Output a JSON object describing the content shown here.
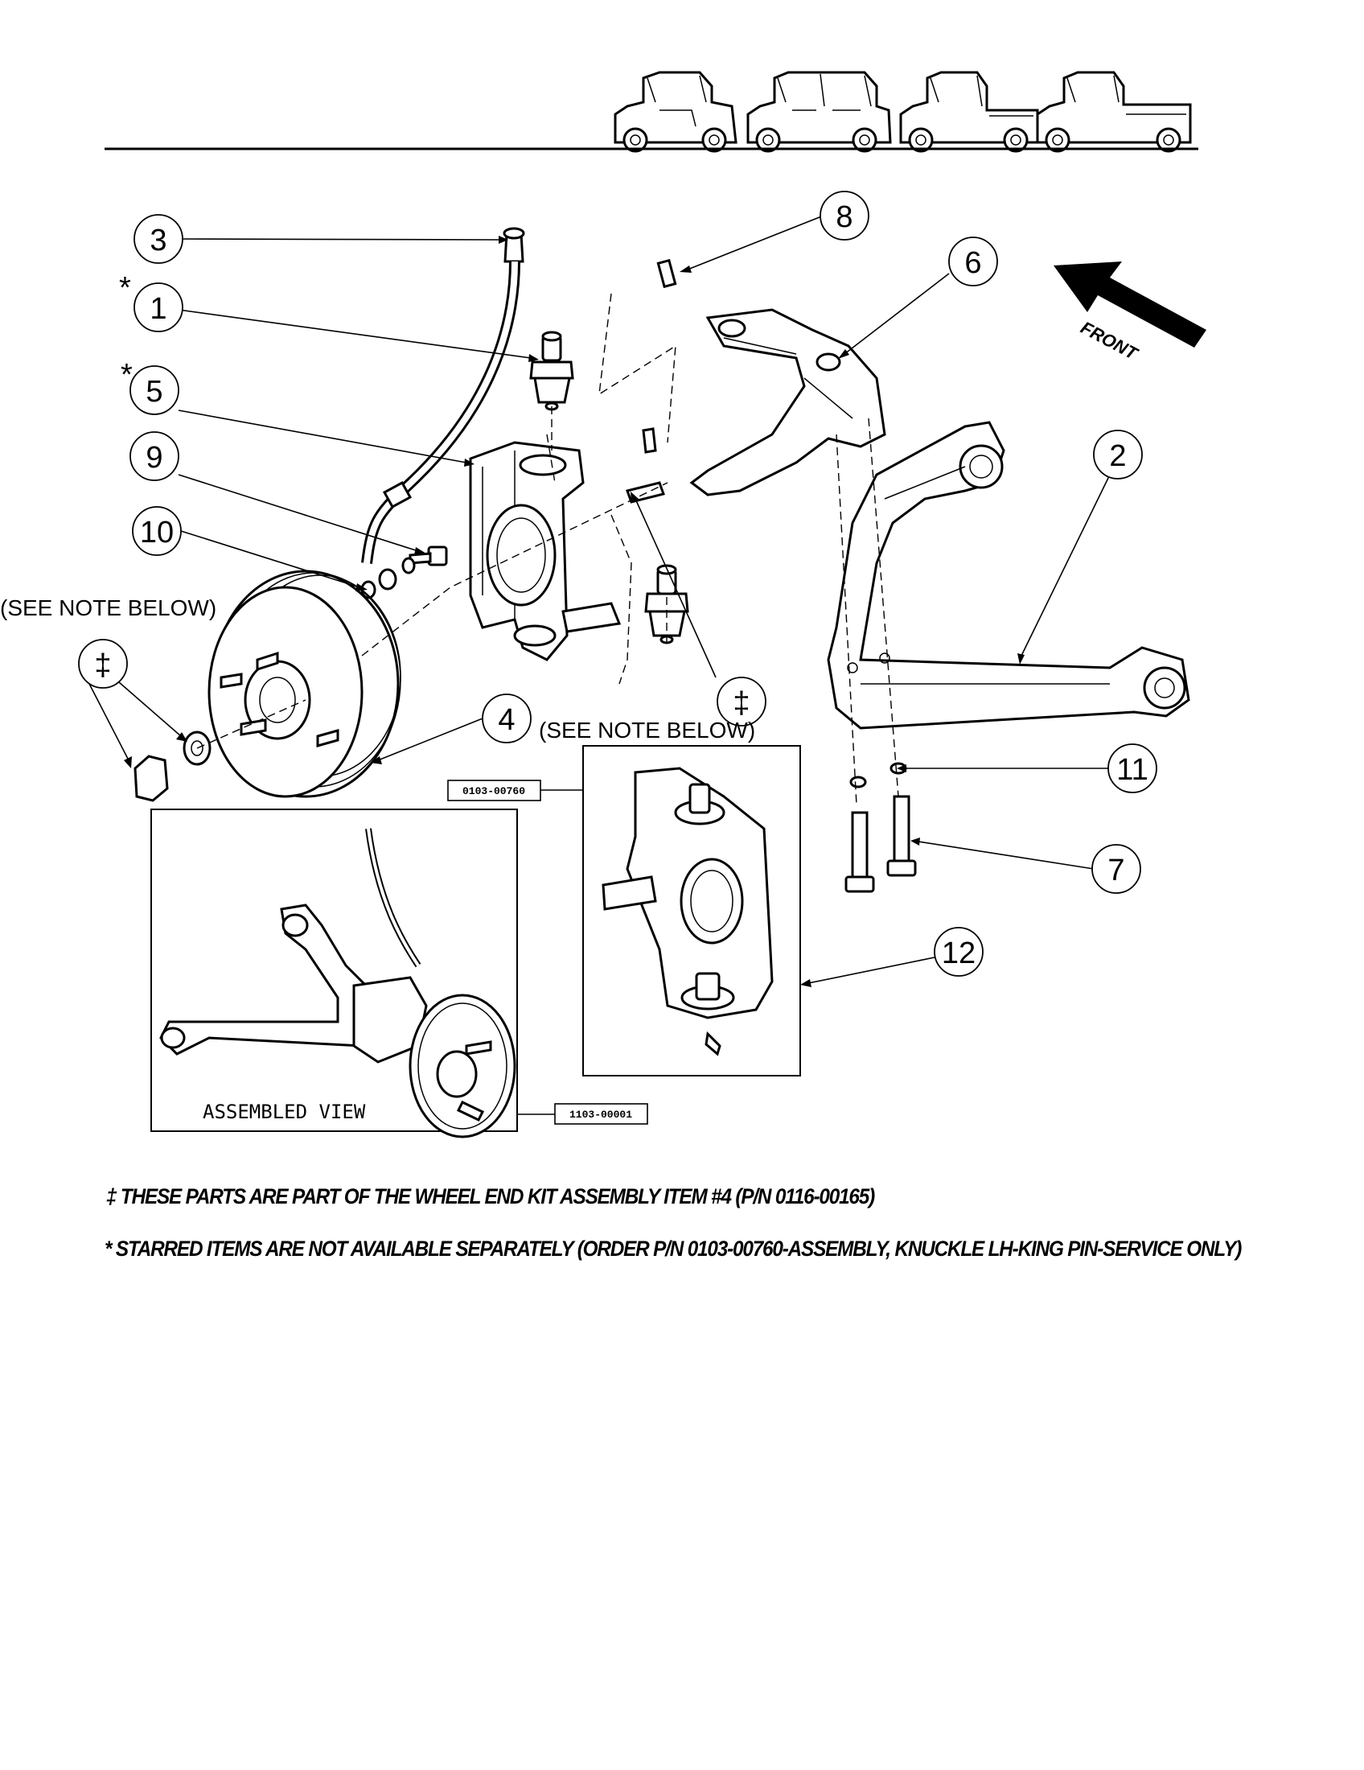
{
  "callouts": [
    {
      "label": "1",
      "starred": true
    },
    {
      "label": "2",
      "starred": false
    },
    {
      "label": "3",
      "starred": false
    },
    {
      "label": "4",
      "starred": false
    },
    {
      "label": "5",
      "starred": true
    },
    {
      "label": "6",
      "starred": false
    },
    {
      "label": "7",
      "starred": false
    },
    {
      "label": "8",
      "starred": false
    },
    {
      "label": "9",
      "starred": false
    },
    {
      "label": "10",
      "starred": false
    },
    {
      "label": "11",
      "starred": false
    },
    {
      "label": "12",
      "starred": false
    }
  ],
  "star_symbol": "*",
  "dagger_symbol": "‡",
  "see_note_label": "(SEE NOTE BELOW)",
  "front_label": "FRONT",
  "knuckle_part_number": "0103-00760",
  "assembly_part_number": "1103-00001",
  "assembled_view_label": "ASSEMBLED VIEW",
  "footnotes": {
    "dagger_note": "‡ THESE PARTS ARE PART OF THE WHEEL END KIT ASSEMBLY ITEM #4 (P/N 0116-00165)",
    "star_note": "* STARRED ITEMS ARE NOT AVAILABLE SEPARATELY (ORDER P/N 0103-00760-ASSEMBLY, KNUCKLE LH-KING PIN-SERVICE ONLY)"
  },
  "vehicle_icons": [
    "vehicle-2-passenger-icon",
    "vehicle-4-passenger-icon",
    "vehicle-short-bed-icon",
    "vehicle-long-bed-icon"
  ]
}
